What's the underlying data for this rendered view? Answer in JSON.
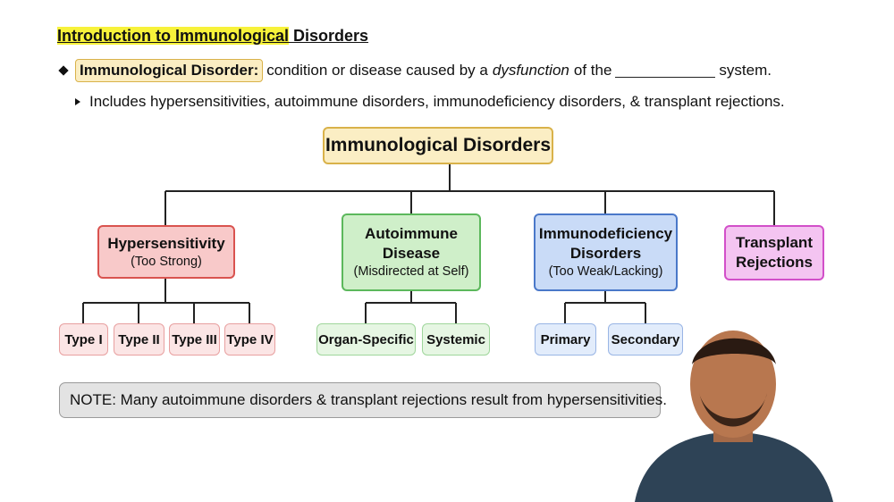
{
  "header": {
    "title_highlighted": "Introduction to Immunological",
    "title_rest": "Disorders"
  },
  "definition": {
    "term": "Immunological Disorder:",
    "text_before": "condition or disease caused by a",
    "text_italic": "dysfunction",
    "text_middle": "of the",
    "text_after": "system."
  },
  "sub_bullet": "Includes hypersensitivities, autoimmune disorders, immunodeficiency disorders, & transplant rejections.",
  "diagram": {
    "root": "Immunological Disorders",
    "categories": [
      {
        "title": "Hypersensitivity",
        "subtitle": "(Too Strong)",
        "children": [
          "Type I",
          "Type II",
          "Type III",
          "Type IV"
        ]
      },
      {
        "title_line1": "Autoimmune",
        "title_line2": "Disease",
        "subtitle": "(Misdirected at Self)",
        "children": [
          "Organ-Specific",
          "Systemic"
        ]
      },
      {
        "title_line1": "Immunodeficiency",
        "title_line2": "Disorders",
        "subtitle": "(Too Weak/Lacking)",
        "children": [
          "Primary",
          "Secondary"
        ]
      },
      {
        "title_line1": "Transplant",
        "title_line2": "Rejections"
      }
    ]
  },
  "note": "NOTE: Many autoimmune disorders & transplant rejections result from hypersensitivities.",
  "colors": {
    "highlight": "#f7f23a",
    "root_fill": "#fbeec4",
    "hypersensitivity": "#d9534f",
    "autoimmune": "#5cb85c",
    "immunodeficiency": "#4a78c9",
    "transplant": "#d24fc9"
  }
}
